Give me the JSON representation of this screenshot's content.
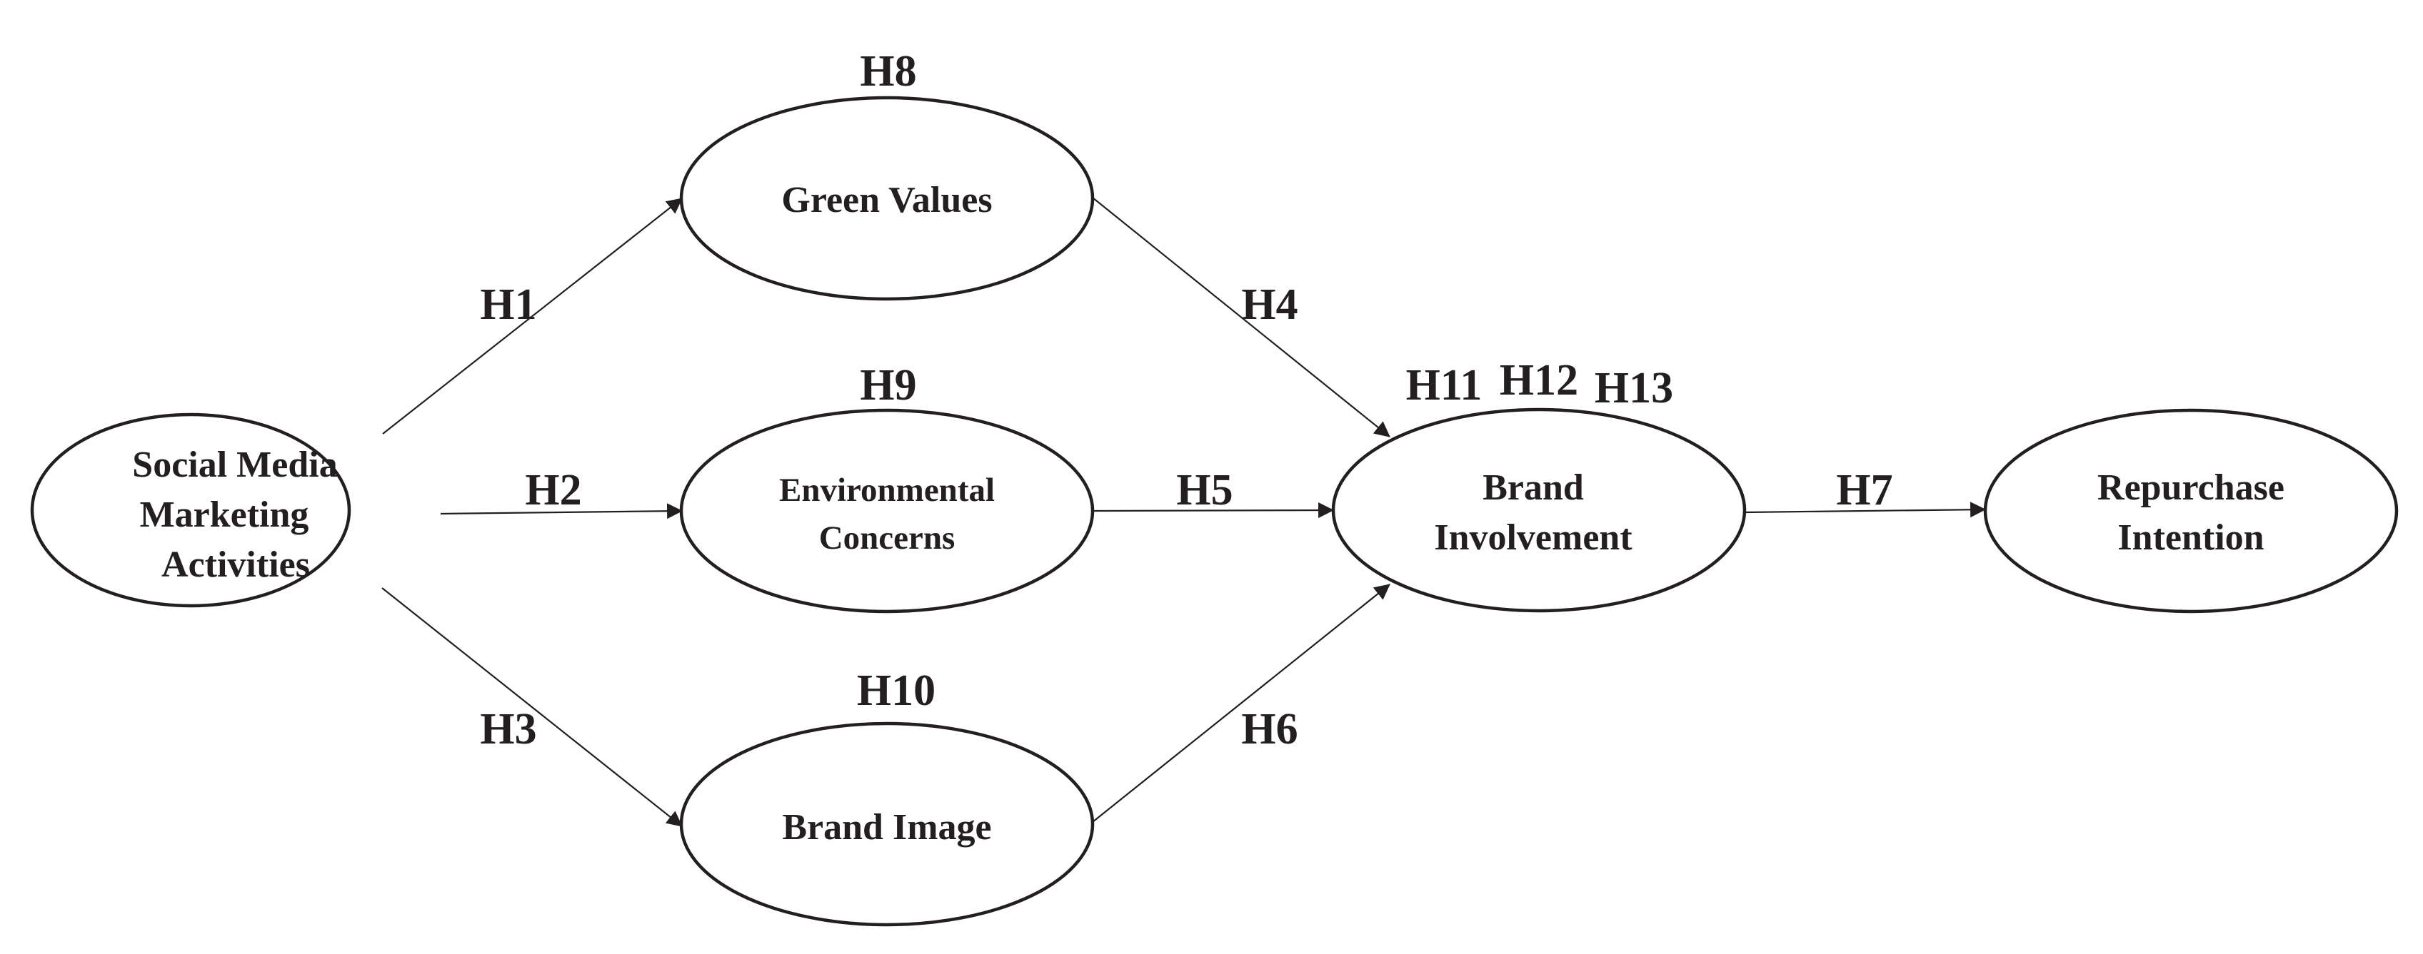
{
  "nodes": {
    "smma": {
      "lines": [
        "Social Media",
        "Marketing",
        "Activities"
      ]
    },
    "green_values": {
      "lines": [
        "Green Values"
      ]
    },
    "env_concerns": {
      "lines": [
        "Environmental",
        "Concerns"
      ]
    },
    "brand_image": {
      "lines": [
        "Brand Image"
      ]
    },
    "brand_involvement": {
      "lines": [
        "Brand",
        "Involvement"
      ]
    },
    "repurchase": {
      "lines": [
        "Repurchase",
        "Intention"
      ]
    }
  },
  "hypotheses": {
    "h1": "H1",
    "h2": "H2",
    "h3": "H3",
    "h4": "H4",
    "h5": "H5",
    "h6": "H6",
    "h7": "H7",
    "h8": "H8",
    "h9": "H9",
    "h10": "H10",
    "h11": "H11",
    "h12": "H12",
    "h13": "H13"
  },
  "colors": {
    "stroke": "#231f20",
    "background": "#ffffff"
  }
}
